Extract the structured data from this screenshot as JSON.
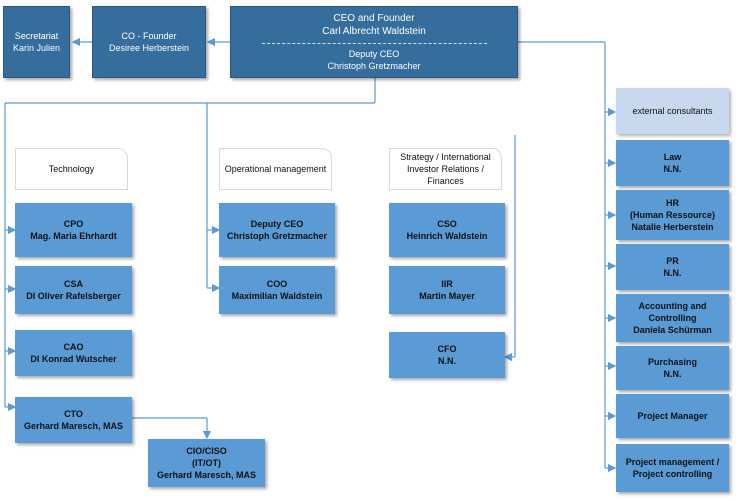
{
  "secretariat": {
    "title": "Secretariat",
    "name": "Karin Julien"
  },
  "cofounder": {
    "title": "CO - Founder",
    "name": "Desiree Herberstein"
  },
  "ceo": {
    "title": "CEO and Founder",
    "name": "Carl Albrecht Waldstein",
    "deputy_title": "Deputy CEO",
    "deputy_name": "Christoph Gretzmacher"
  },
  "technology": {
    "header": "Technology",
    "roles": [
      {
        "title": "CPO",
        "name": "Mag. Maria Ehrhardt"
      },
      {
        "title": "CSA",
        "name": "DI Oliver Rafelsberger"
      },
      {
        "title": "CAO",
        "name": "DI Konrad Wutscher"
      },
      {
        "title": "CTO",
        "name": "Gerhard Maresch, MAS"
      }
    ],
    "sub": {
      "title": "CIO/CISO",
      "subtitle": "(IT/OT)",
      "name": "Gerhard Maresch, MAS"
    }
  },
  "operations": {
    "header": "Operational management",
    "roles": [
      {
        "title": "Deputy CEO",
        "name": "Christoph Gretzmacher"
      },
      {
        "title": "COO",
        "name": "Maximilian Waldstein"
      }
    ]
  },
  "strategy": {
    "header_line1": "Strategy /  International",
    "header_line2": "Investor Relations /",
    "header_line3": "Finances",
    "roles": [
      {
        "title": "CSO",
        "name": "Heinrich Waldstein"
      },
      {
        "title": "IIR",
        "name": "Martin Mayer"
      },
      {
        "title": "CFO",
        "name": "N.N."
      }
    ]
  },
  "external": {
    "header": "external consultants",
    "items": [
      {
        "line1": "Law",
        "line2": "N.N.",
        "line3": ""
      },
      {
        "line1": "HR",
        "line2": "(Human Ressource)",
        "line3": "Natalie Herberstein"
      },
      {
        "line1": "PR",
        "line2": "N.N.",
        "line3": ""
      },
      {
        "line1": "Accounting and",
        "line2": "Controlling",
        "line3": "Daniela Schürman"
      },
      {
        "line1": "Purchasing",
        "line2": "N.N.",
        "line3": ""
      },
      {
        "line1": "Project Manager",
        "line2": "",
        "line3": ""
      },
      {
        "line1": "Project management /",
        "line2": "Project controlling",
        "line3": ""
      }
    ]
  },
  "colors": {
    "dark_box": "#356d9d",
    "mid_box": "#5b9bd5",
    "light_box": "#c7d8ef",
    "connector": "#5b9bd5"
  }
}
